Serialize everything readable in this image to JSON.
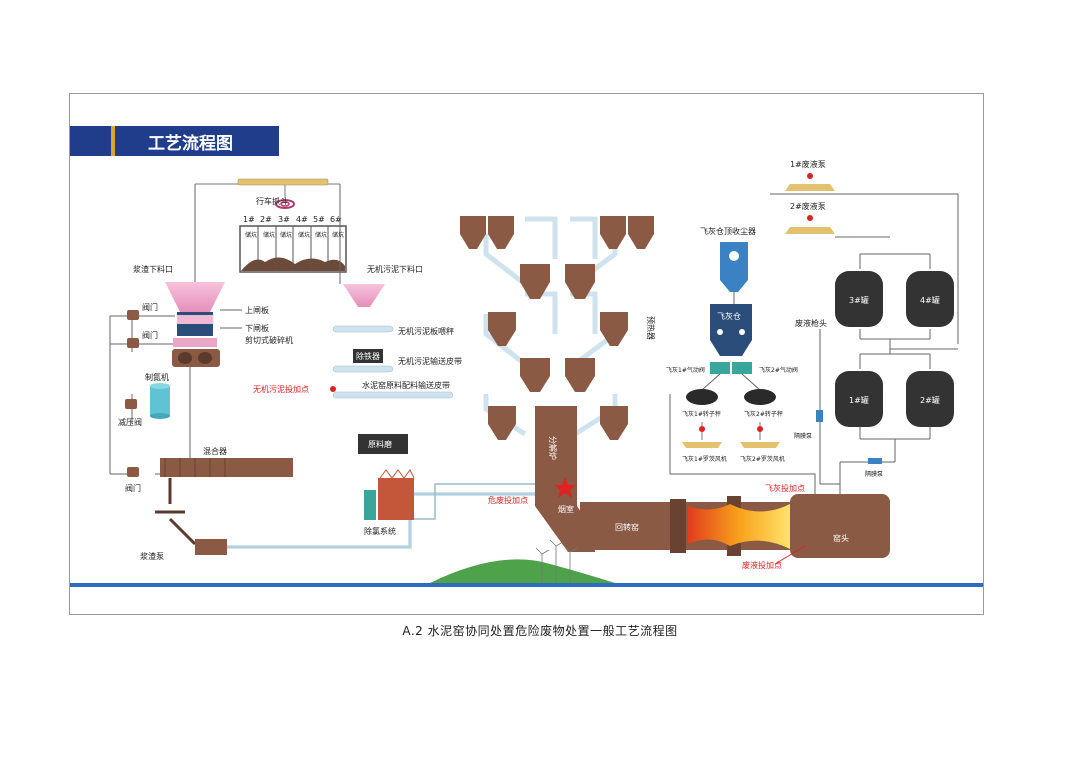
{
  "title": "工艺流程图",
  "caption": "A.2 水泥窑协同处置危险废物处置一般工艺流程图",
  "labels": {
    "crane": "行车抓斗",
    "bins": [
      "1#",
      "2#",
      "3#",
      "4#",
      "5#",
      "6#"
    ],
    "bin_text": "储坑",
    "slurry_inlet": "浆渣下料口",
    "valve": "阀门",
    "upper_gate": "上闸板",
    "lower_gate": "下闸板",
    "shear_crusher": "剪切式破碎机",
    "nitrogen": "制氮机",
    "pressure_valve": "减压阀",
    "mixer": "混合器",
    "slurry_pump": "浆渣泵",
    "inorganic_inlet": "无机污泥下料口",
    "inorganic_scale": "无机污泥板喂秤",
    "iron_remover": "除铁器",
    "inorganic_conveyor": "无机污泥输送皮带",
    "inorganic_point": "无机污泥投加点",
    "cement_conveyor": "水泥窑原料配料输送皮带",
    "raw_mill": "原料磨",
    "chlorine": "除氯系统",
    "preheater": "预热器",
    "calciner": "分解炉",
    "hazard_point": "危废投加点",
    "smoke_chamber": "烟室",
    "kiln": "回转窑",
    "kiln_head": "窑头",
    "fly_ash_collector": "飞灰仓顶收尘器",
    "fly_ash_silo": "飞灰仓",
    "valve1": "飞灰1#气动阀",
    "valve2": "飞灰2#气动阀",
    "scale1": "飞灰1#转子秤",
    "scale2": "飞灰2#转子秤",
    "fan1": "飞灰1#罗茨风机",
    "fan2": "飞灰2#罗茨风机",
    "fly_ash_point": "飞灰投加点",
    "pump1": "1#废液泵",
    "pump2": "2#废液泵",
    "tank3": "3#罐",
    "tank4": "4#罐",
    "tank1": "1#罐",
    "tank2": "2#罐",
    "lance": "废液枪头",
    "pump_a": "隔膜泵",
    "pump_b": "隔膜泵",
    "liquid_point": "废液投加点"
  },
  "colors": {
    "title_bar": "#1f3d8a",
    "brown": "#8b5a45",
    "pipe": "#cfe3ee",
    "tank": "#333333",
    "wall": "#2b6cc0",
    "silo": "#3b82c4"
  }
}
